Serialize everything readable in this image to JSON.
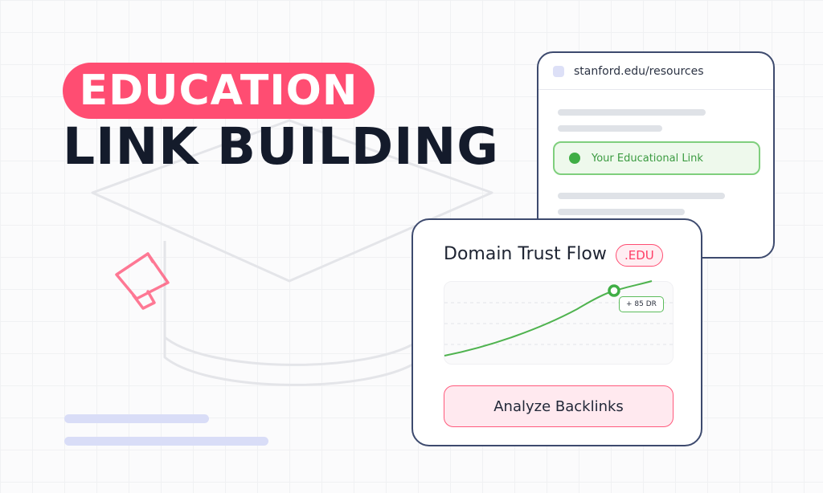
{
  "headline": {
    "badge_text": "EDUCATION",
    "line_two": "LINK BUILDING"
  },
  "browser": {
    "url": "stanford.edu/resources",
    "link_label": "Your Educational Link"
  },
  "trust_card": {
    "title": "Domain Trust Flow",
    "tag": ".EDU",
    "chart_badge": "+ 85 DR",
    "button_label": "Analyze Backlinks"
  },
  "colors": {
    "accent": "#ff4d72",
    "dark_text": "#141b2b",
    "card_border": "#3d4a6e",
    "success_green": "#3fae45",
    "decor_lavender": "#d9ddf7"
  },
  "icons": [
    "megaphone-icon",
    "graduation-cap-outline",
    "favicon-placeholder",
    "status-dot-icon",
    "chart-peak-marker"
  ]
}
